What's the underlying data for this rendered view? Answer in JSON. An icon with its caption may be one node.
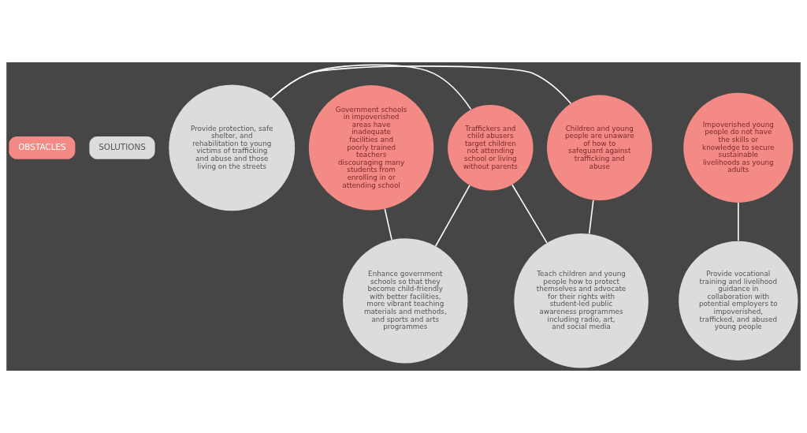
{
  "diagram": {
    "nodes": [
      {
        "text": [
          "OBSTACLES"
        ]
      },
      {
        "text": [
          "SOLUTIONS"
        ]
      },
      {
        "text": [
          "Provide protection, safe shelter, and rehabilitation to young victims of trafficking and abuse and those living on the streets"
        ]
      },
      {
        "text": [
          "Government schools in impoverished areas have inadequate facilities and poorly trained teachers discouraging many students from enrolling in or attending school"
        ]
      },
      {
        "text": [
          "Impoverished young people do not have the skills or knowledge to secure sustainable livelihoods as young adults"
        ]
      },
      {
        "text": [
          "Traffickers and child abusers target children not attending school or living without parents"
        ]
      },
      {
        "text": [
          "Children and young people are unaware of how to safeguard against trafficking and abuse"
        ]
      },
      {
        "text": [
          "Enhance government schools so that they become child-friendly with better facilities, more vibrant teaching materials and methods, and sports and arts programmes"
        ]
      },
      {
        "text": [
          "Teach children and young people how to protect themselves and advocate for their rights with student-led public awareness programmes including radio, art, and social media"
        ]
      },
      {
        "text": [
          "Provide vocational training and livelihood guidance in collaboration with potential employers to impoverished, trafficked, and abused young people"
        ]
      }
    ],
    "edges": [
      {
        "from": 5,
        "to": 2,
        "arrow": "none"
      },
      {
        "from": 6,
        "to": 2,
        "arrow": "none"
      },
      {
        "from": 3,
        "to": 7,
        "arrow": "none"
      },
      {
        "from": 5,
        "to": 7,
        "arrow": "none"
      },
      {
        "from": 5,
        "to": 8,
        "arrow": "none"
      },
      {
        "from": 6,
        "to": 8,
        "arrow": "none"
      },
      {
        "from": 4,
        "to": 9,
        "arrow": "none"
      }
    ]
  }
}
